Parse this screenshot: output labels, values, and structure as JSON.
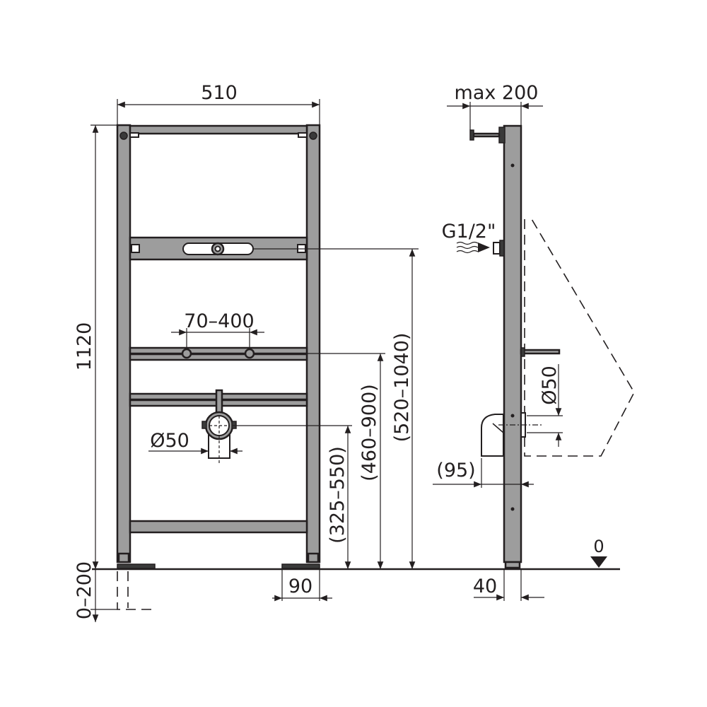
{
  "colors": {
    "frame_fill": "#9d9d9d",
    "line": "#231f20"
  },
  "front_view": {
    "width_label": "510",
    "height_label": "1120",
    "foot_adjust_label": "0–200",
    "foot_width_label": "90",
    "bolt_spacing_label": "70–400",
    "drain_diameter_label": "Ø50",
    "drain_height_label": "(325–550)",
    "bracket_height_label": "(460–900)",
    "inlet_height_label": "(520–1040)"
  },
  "side_view": {
    "max_depth_label": "max 200",
    "inlet_thread_label": "G1/2\"",
    "drain_diameter_label": "Ø50",
    "drain_offset_label": "(95)",
    "frame_depth_label": "40",
    "floor_level_label": "0"
  }
}
